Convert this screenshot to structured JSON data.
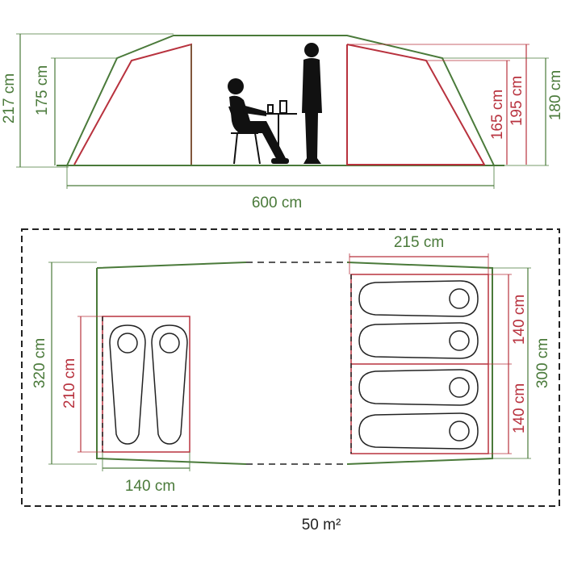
{
  "side_view": {
    "width_label": "600 cm",
    "left_outer_height": "217 cm",
    "left_inner_height": "175 cm",
    "right_inner_height": "165 cm",
    "right_mid_height": "195 cm",
    "right_outer_height": "180 cm"
  },
  "floor_plan": {
    "bedroom_left_width": "140 cm",
    "bedroom_left_length": "210 cm",
    "bedroom_right_length": "215 cm",
    "bedroom_right_upper_width": "140 cm",
    "bedroom_right_lower_width": "140 cm",
    "overall_width": "320 cm",
    "right_overall_width": "300 cm",
    "area_label": "50 m²"
  },
  "colors": {
    "green": "#4a7a3a",
    "red": "#b8323e",
    "black": "#222222"
  }
}
